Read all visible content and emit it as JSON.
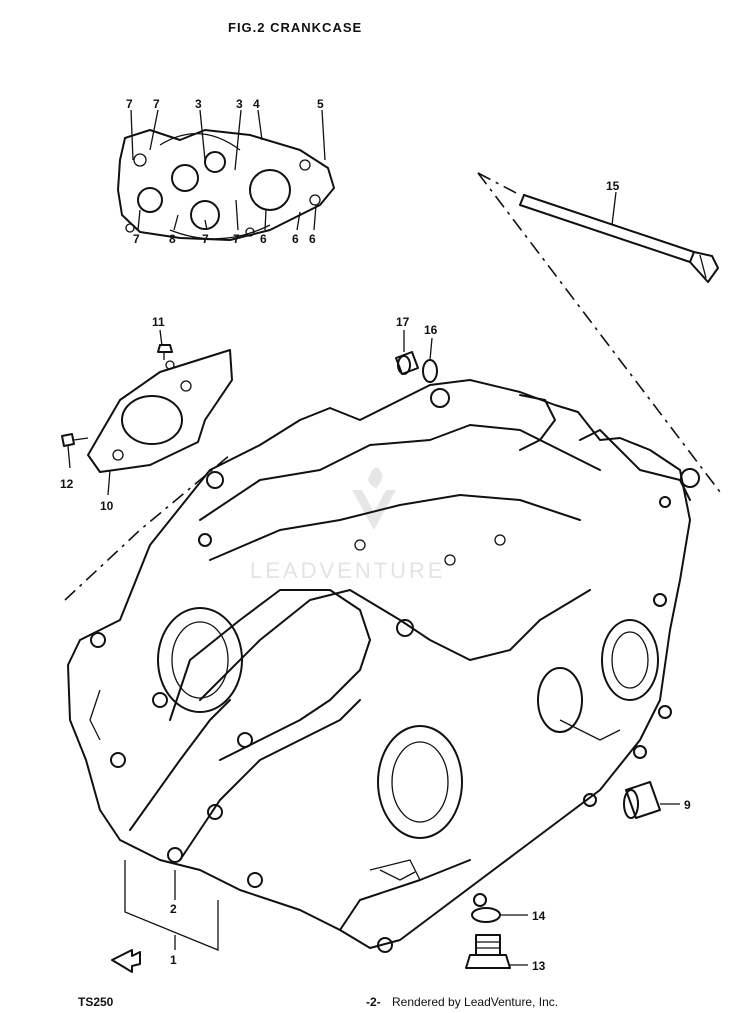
{
  "title": "FIG.2  CRANKCASE",
  "model": "TS250",
  "footer": {
    "page": "-2-",
    "credit": "Rendered by LeadVenture, Inc."
  },
  "watermark": {
    "text": "LEADVENTURE"
  },
  "inset_labels": {
    "top": [
      "7",
      "7",
      "3",
      "3",
      "4",
      "5"
    ],
    "bottom": [
      "7",
      "8",
      "7",
      "7",
      "6",
      "6",
      "6"
    ]
  },
  "callouts": [
    "1",
    "2",
    "9",
    "10",
    "11",
    "12",
    "13",
    "14",
    "15",
    "16",
    "17"
  ]
}
